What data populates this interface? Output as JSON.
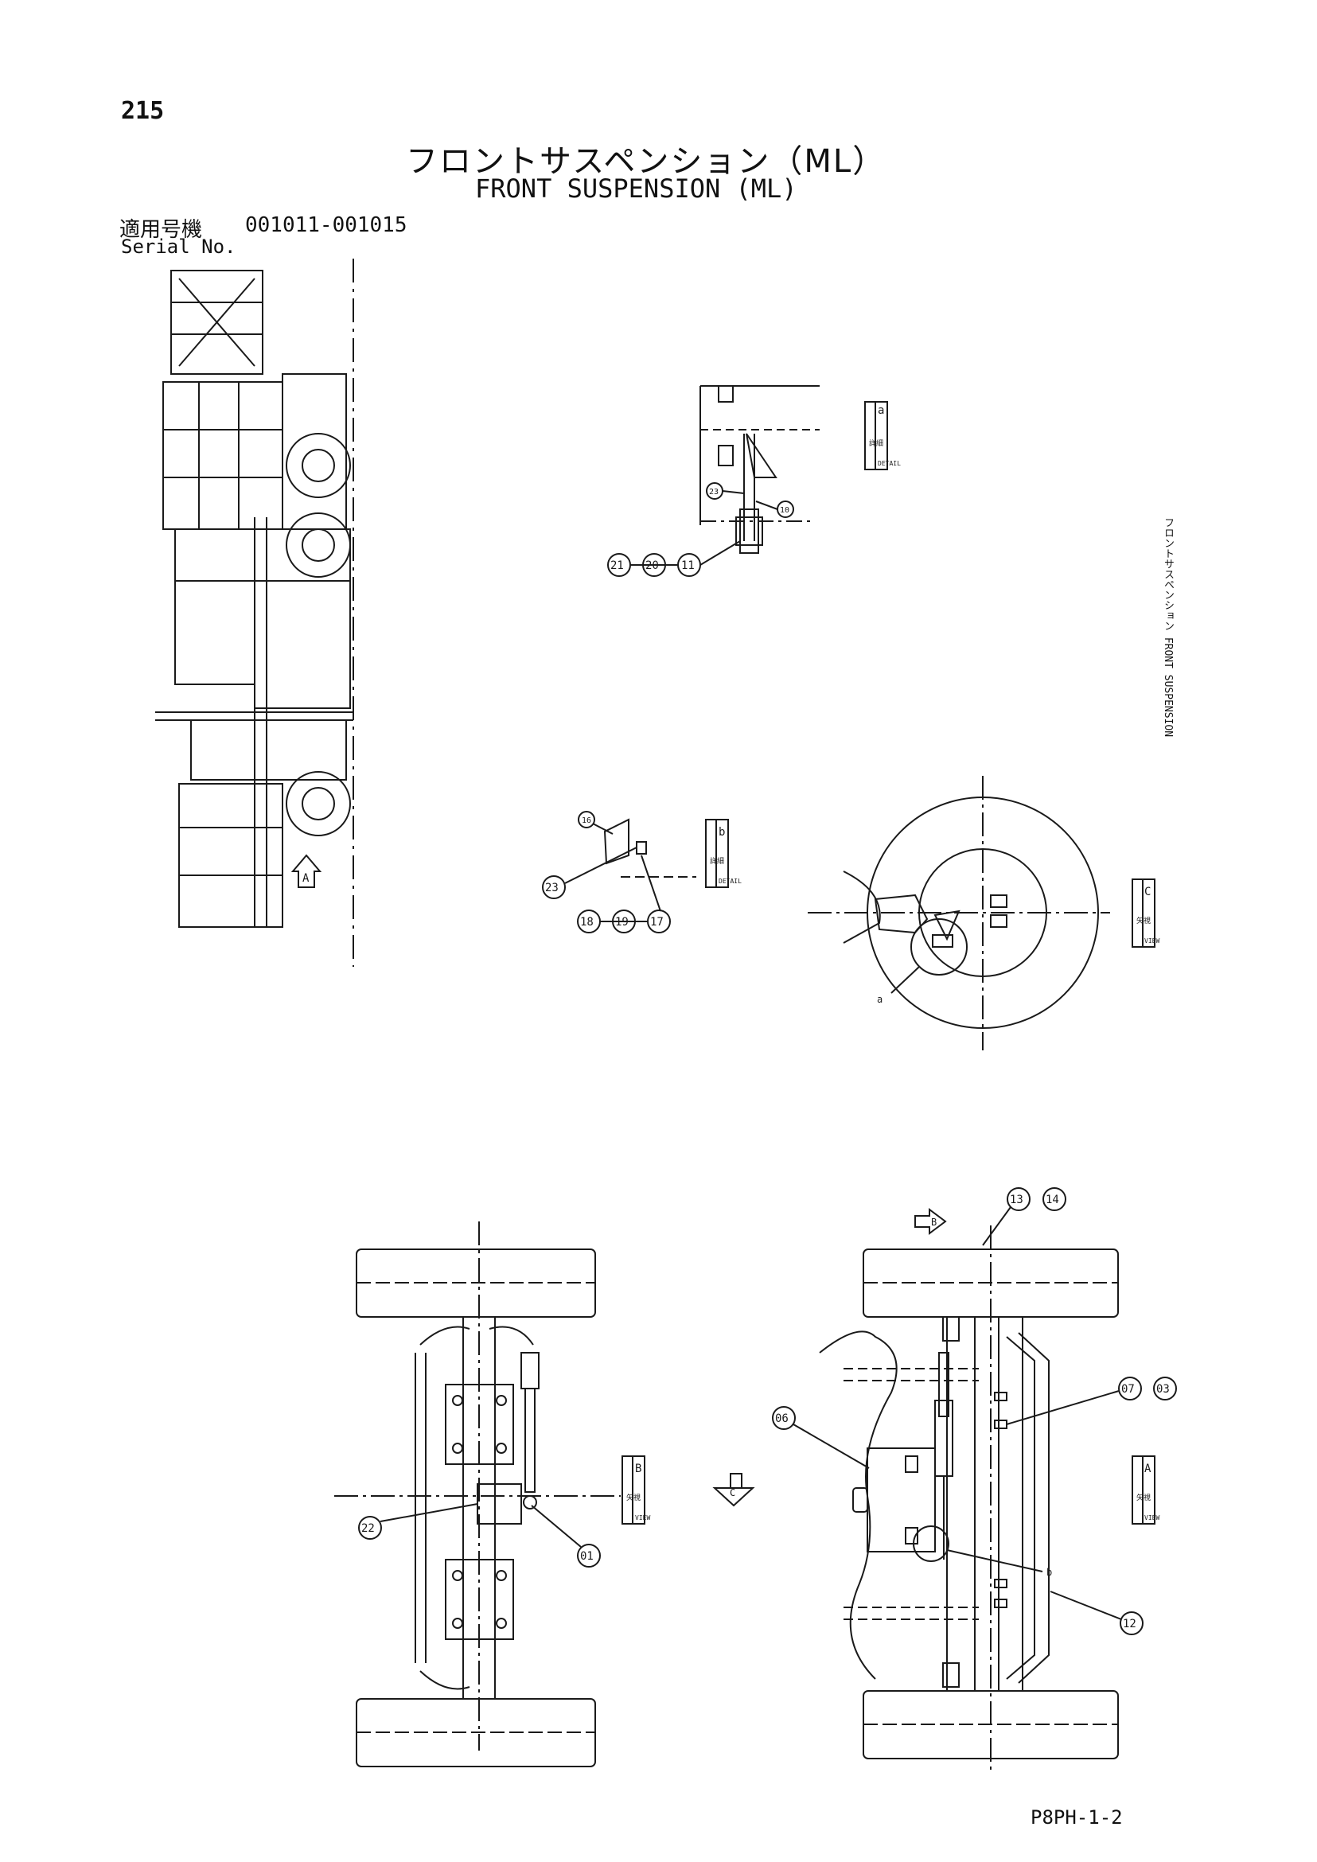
{
  "page": {
    "number": "215",
    "title_jp": "フロントサスペンション（ML）",
    "title_en": "FRONT SUSPENSION (ML)",
    "serial_label_jp": "適用号機",
    "serial_range": "001011-001015",
    "serial_label_en": "Serial No.",
    "doc_code": "P8PH-1-2",
    "side_note": "フロントサスペンション FRONT SUSPENSION"
  },
  "views": {
    "detail_a": {
      "label_jp": "詳細",
      "label_en": "DETAIL",
      "letter": "a"
    },
    "detail_b": {
      "label_jp": "詳細",
      "label_en": "DETAIL",
      "letter": "b"
    },
    "view_a": {
      "label_jp": "矢視",
      "label_en": "VIEW",
      "letter": "A"
    },
    "view_b": {
      "label_jp": "矢視",
      "label_en": "VIEW",
      "letter": "B"
    },
    "view_c": {
      "label_jp": "矢視",
      "label_en": "VIEW",
      "letter": "C"
    }
  },
  "arrows": {
    "a": "A",
    "b": "B",
    "c": "C"
  },
  "callouts": {
    "c01": "01",
    "c03": "03",
    "c06": "06",
    "c07": "07",
    "c10": "10",
    "c11": "11",
    "c12": "12",
    "c13": "13",
    "c14": "14",
    "c16": "16",
    "c17": "17",
    "c18": "18",
    "c19": "19",
    "c20": "20",
    "c21": "21",
    "c22": "22",
    "c23": "23",
    "c23b": "23"
  },
  "detail_marks": {
    "a1": "a",
    "b1": "b"
  },
  "colors": {
    "ink": "#1a1a1a",
    "paper": "#ffffff"
  }
}
